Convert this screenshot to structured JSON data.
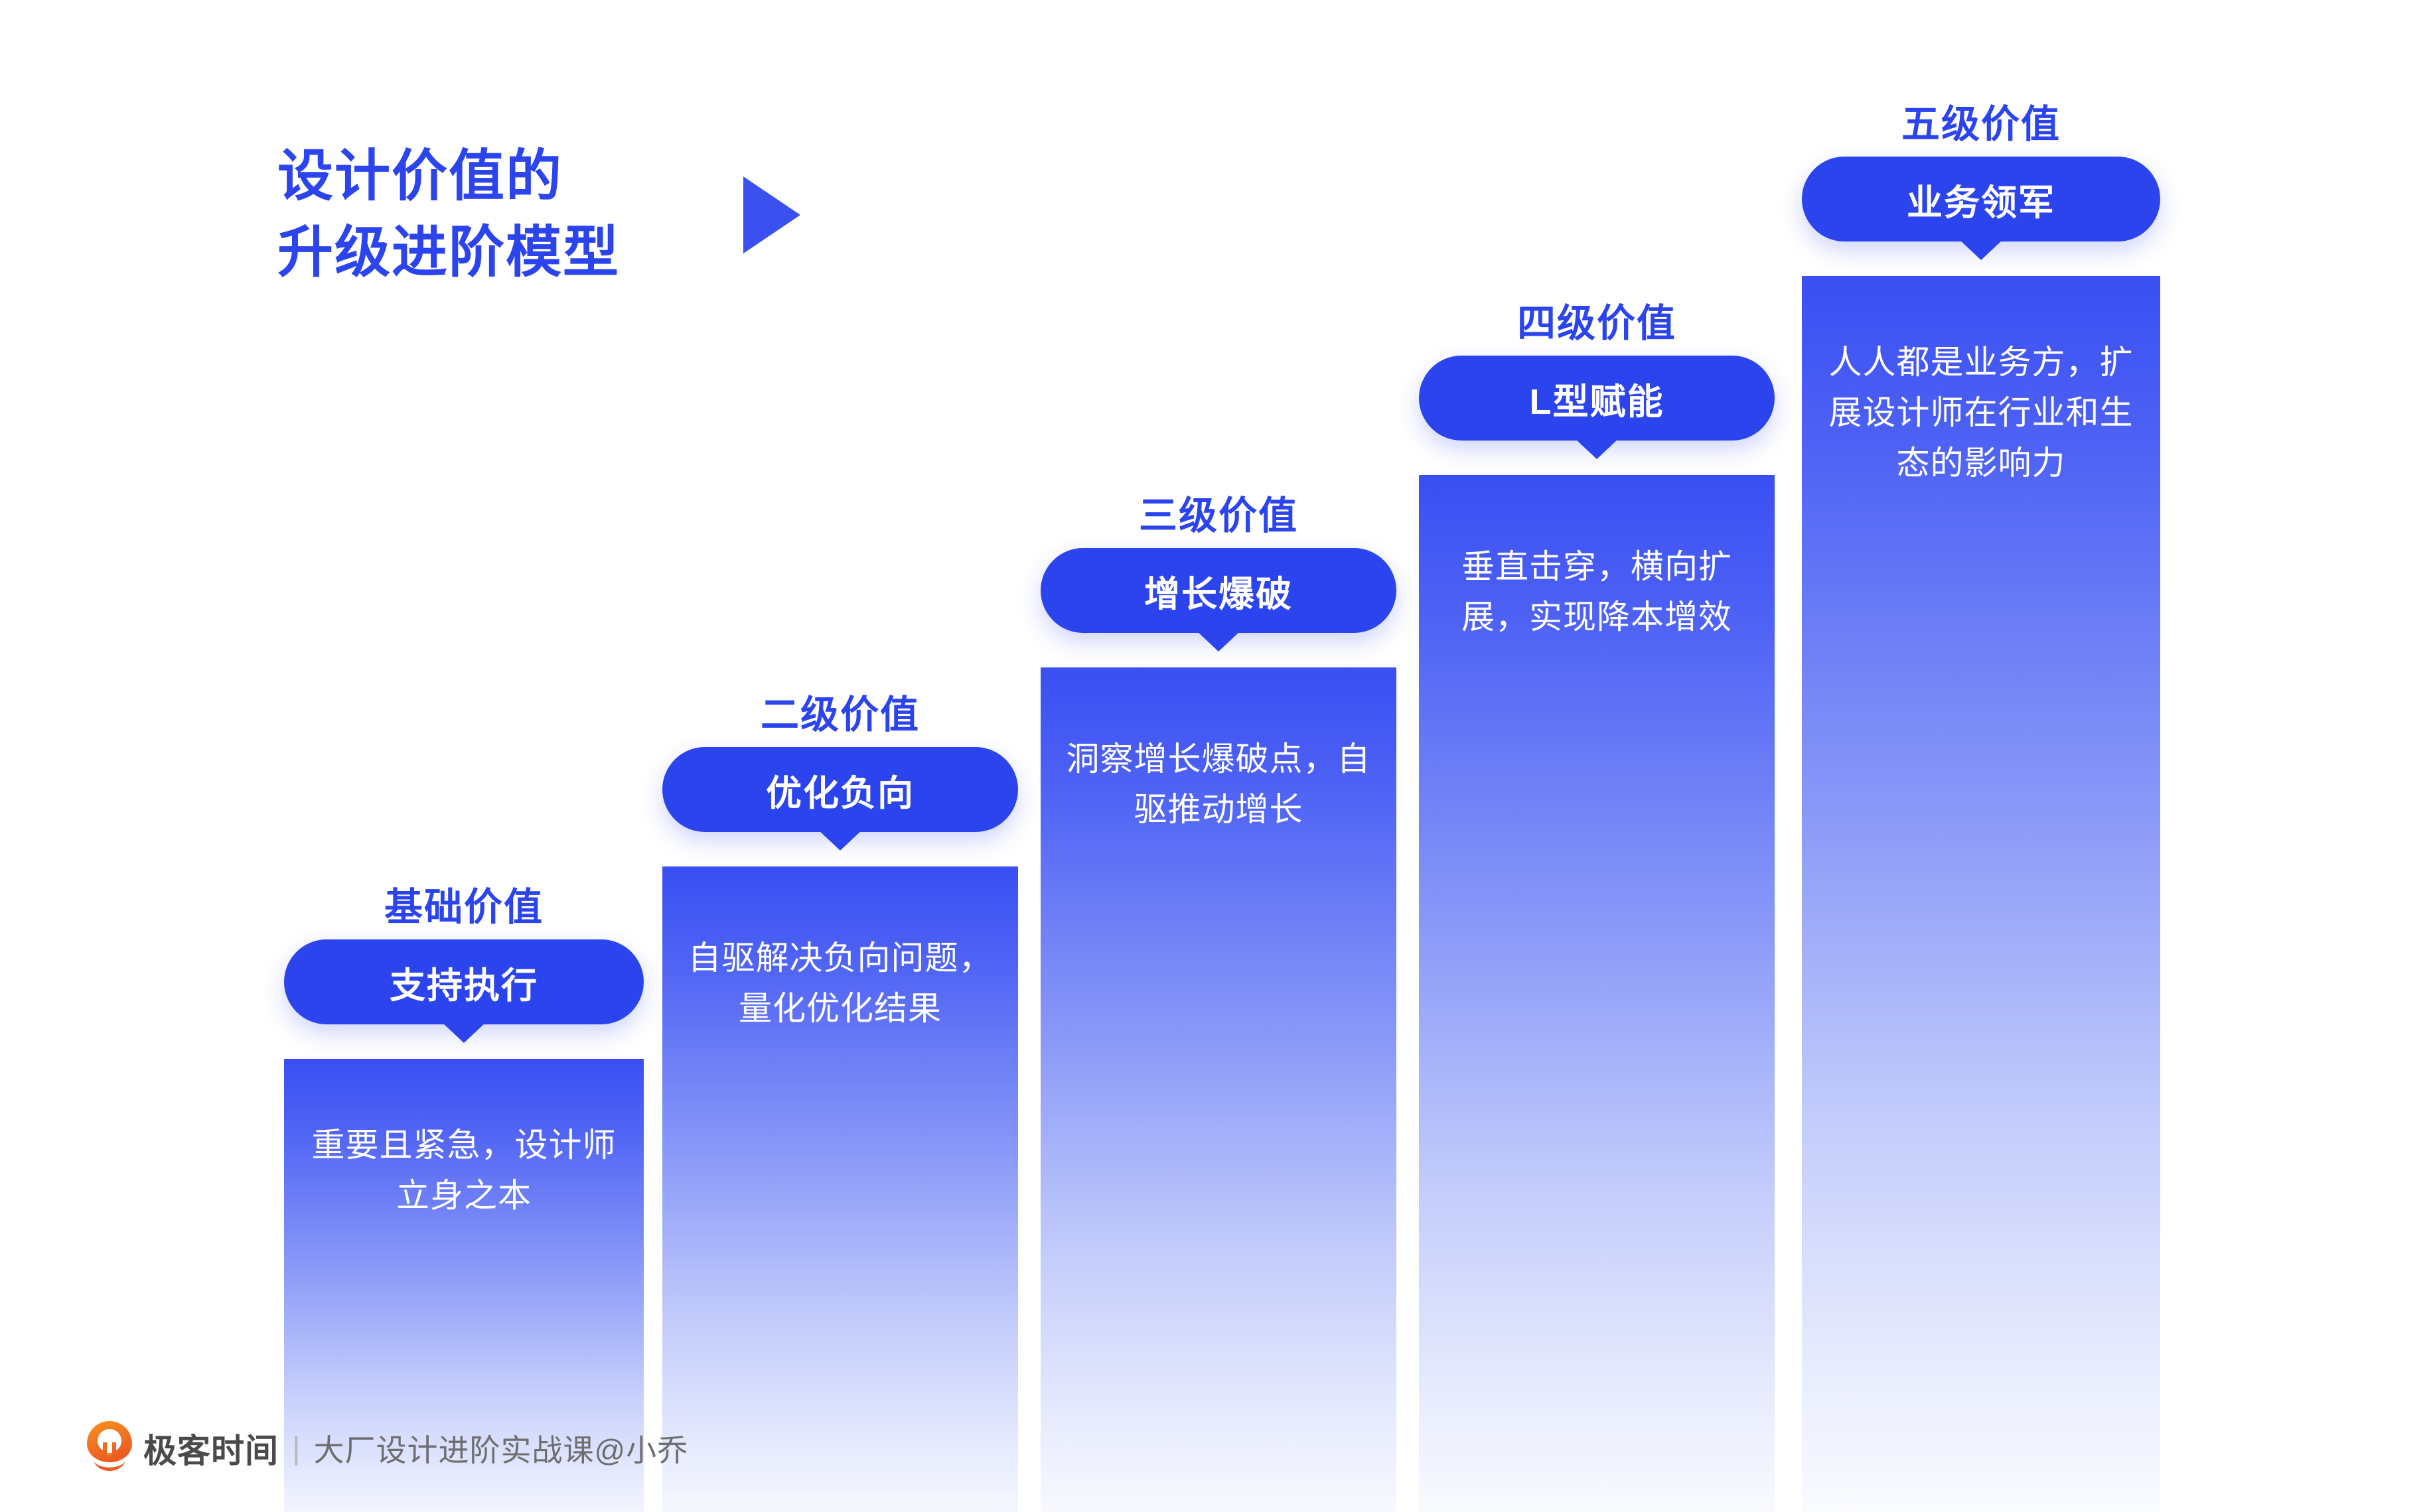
{
  "title": {
    "line1": "设计价值的",
    "line2": "升级进阶模型",
    "icon": "play-triangle-icon",
    "color": "#2B44EE"
  },
  "theme": {
    "accent": "#2B44EE",
    "bar_top": "#3A4FF2",
    "bar_bottom": "#FFFFFF",
    "label_color": "#2B44EE",
    "pill_text_color": "#FFFFFF",
    "logo_orange": "#F06A23"
  },
  "chart_data": {
    "type": "bar",
    "title": "设计价值的升级进阶模型",
    "categories": [
      "基础价值",
      "二级价值",
      "三级价值",
      "四级价值",
      "五级价值"
    ],
    "values": [
      1,
      2,
      3,
      4,
      5
    ],
    "xlabel": "",
    "ylabel": "",
    "grid": false,
    "legend": "none"
  },
  "levels": [
    {
      "label": "基础价值",
      "pill": "支持执行",
      "body": "重要且紧急，设计师立身之本"
    },
    {
      "label": "二级价值",
      "pill": "优化负向",
      "body": "自驱解决负向问题，量化优化结果"
    },
    {
      "label": "三级价值",
      "pill": "增长爆破",
      "body": "洞察增长爆破点，自驱推动增长"
    },
    {
      "label": "四级价值",
      "pill": "L型赋能",
      "body": "垂直击穿，横向扩展，实现降本增效"
    },
    {
      "label": "五级价值",
      "pill": "业务领军",
      "body": "人人都是业务方，扩展设计师在行业和生态的影响力"
    }
  ],
  "footer": {
    "logo_icon": "geektime-pin-logo-icon",
    "brand": "极客时间",
    "separator": "|",
    "course": "大厂设计进阶实战课@小乔"
  }
}
